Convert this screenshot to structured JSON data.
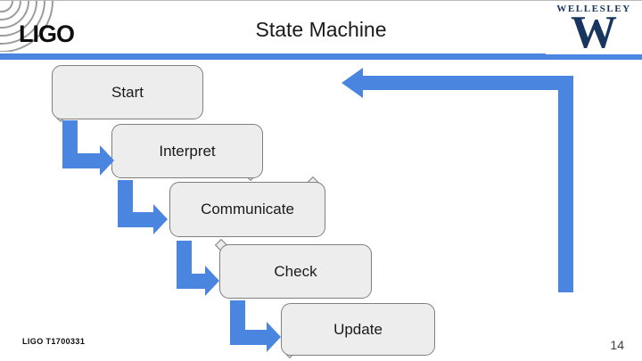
{
  "slide": {
    "title": "State Machine",
    "doc_id": "LIGO T1700331",
    "page_number": "14"
  },
  "header": {
    "ligo_logo_text": "LIGO",
    "wellesley_name": "WELLESLEY",
    "wellesley_monogram": "W"
  },
  "diagram": {
    "type": "state-machine-flow",
    "states": [
      {
        "label": "Start"
      },
      {
        "label": "Interpret"
      },
      {
        "label": "Communicate"
      },
      {
        "label": "Check"
      },
      {
        "label": "Update"
      }
    ],
    "loop": "Update returns to Start"
  },
  "colors": {
    "accent_blue": "#4a86e0",
    "box_fill": "#ededed",
    "box_border": "#7f7f7f",
    "wellesley_navy": "#17355e"
  }
}
